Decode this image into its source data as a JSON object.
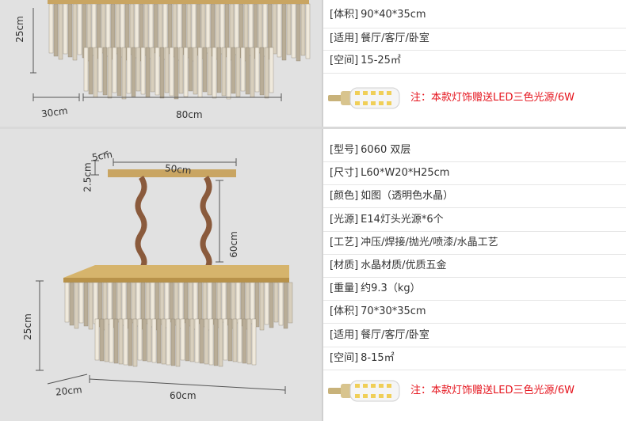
{
  "upper": {
    "specs": [
      {
        "label": "[体积]",
        "value": "90*40*35cm"
      },
      {
        "label": "[适用]",
        "value": "餐厅/客厅/卧室"
      },
      {
        "label": "[空间]",
        "value": "15-25㎡"
      }
    ],
    "note": "注：本款灯饰赠送LED三色光源/6W",
    "dims": {
      "height": "25cm",
      "depth": "30cm",
      "width": "80cm"
    }
  },
  "lower": {
    "specs": [
      {
        "label": "[型号]",
        "value": "6060 双层"
      },
      {
        "label": "[尺寸]",
        "value": "L60*W20*H25cm"
      },
      {
        "label": "[颜色]",
        "value": "如图（透明色水晶）"
      },
      {
        "label": "[光源]",
        "value": "E14灯头光源*6个"
      },
      {
        "label": "[工艺]",
        "value": "冲压/焊接/抛光/喷漆/水晶工艺"
      },
      {
        "label": "[材质]",
        "value": "水晶材质/优质五金"
      },
      {
        "label": "[重量]",
        "value": "约9.3（kg）"
      },
      {
        "label": "[体积]",
        "value": "70*30*35cm"
      },
      {
        "label": "[适用]",
        "value": "餐厅/客厅/卧室"
      },
      {
        "label": "[空间]",
        "value": "8-15㎡"
      }
    ],
    "note": "注：本款灯饰赠送LED三色光源/6W",
    "dims": {
      "canopy_w": "5cm",
      "canopy_h": "2.5cm",
      "canopy_len": "50cm",
      "drop": "60cm",
      "height": "25cm",
      "depth": "20cm",
      "width": "60cm"
    }
  },
  "colors": {
    "accent_red": "#e5131c",
    "gold": "#c9a562",
    "panel_bg": "#e1e1e1"
  }
}
